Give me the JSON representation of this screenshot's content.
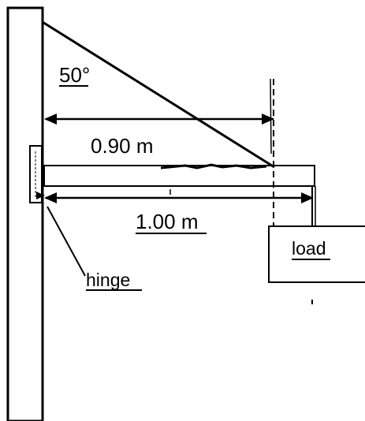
{
  "labels": {
    "angle": "50°",
    "cable_distance": "0.90 m",
    "beam_length": "1.00 m",
    "hinge": "hinge",
    "load": "load"
  },
  "colors": {
    "ink": "#000000",
    "background": "#ffffff"
  }
}
